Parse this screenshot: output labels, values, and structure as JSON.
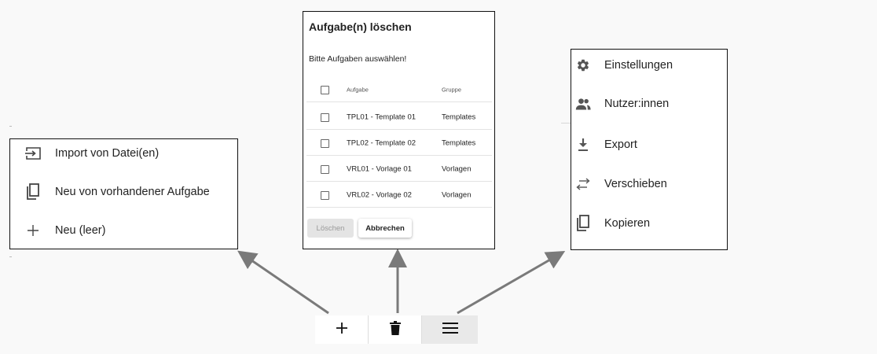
{
  "add_menu": {
    "items": [
      {
        "label": "Import von Datei(en)",
        "icon": "import-icon"
      },
      {
        "label": "Neu von vorhandener Aufgabe",
        "icon": "copy-icon"
      },
      {
        "label": "Neu (leer)",
        "icon": "plus-icon"
      }
    ]
  },
  "delete_dialog": {
    "title": "Aufgabe(n) löschen",
    "prompt": "Bitte Aufgaben auswählen!",
    "columns": [
      "Aufgabe",
      "Gruppe"
    ],
    "rows": [
      {
        "task": "TPL01 - Template 01",
        "group": "Templates"
      },
      {
        "task": "TPL02 - Template 02",
        "group": "Templates"
      },
      {
        "task": "VRL01 - Vorlage 01",
        "group": "Vorlagen"
      },
      {
        "task": "VRL02 - Vorlage 02",
        "group": "Vorlagen"
      }
    ],
    "delete_label": "Löschen",
    "cancel_label": "Abbrechen"
  },
  "more_menu": {
    "items": [
      {
        "label": "Einstellungen",
        "icon": "gear-icon"
      },
      {
        "label": "Nutzer:innen",
        "icon": "people-icon"
      },
      {
        "label": "Export",
        "icon": "download-icon"
      },
      {
        "label": "Verschieben",
        "icon": "swap-icon"
      },
      {
        "label": "Kopieren",
        "icon": "copy-icon"
      }
    ]
  },
  "toolbar": {
    "buttons": [
      {
        "icon": "plus-icon"
      },
      {
        "icon": "trash-icon"
      },
      {
        "icon": "menu-icon",
        "active": true
      }
    ]
  },
  "colors": {
    "border": "#111111",
    "arrow": "#7a7a7a",
    "disabled_button_bg": "#e4e4e4",
    "active_toolbar_bg": "#e9e9e9"
  }
}
